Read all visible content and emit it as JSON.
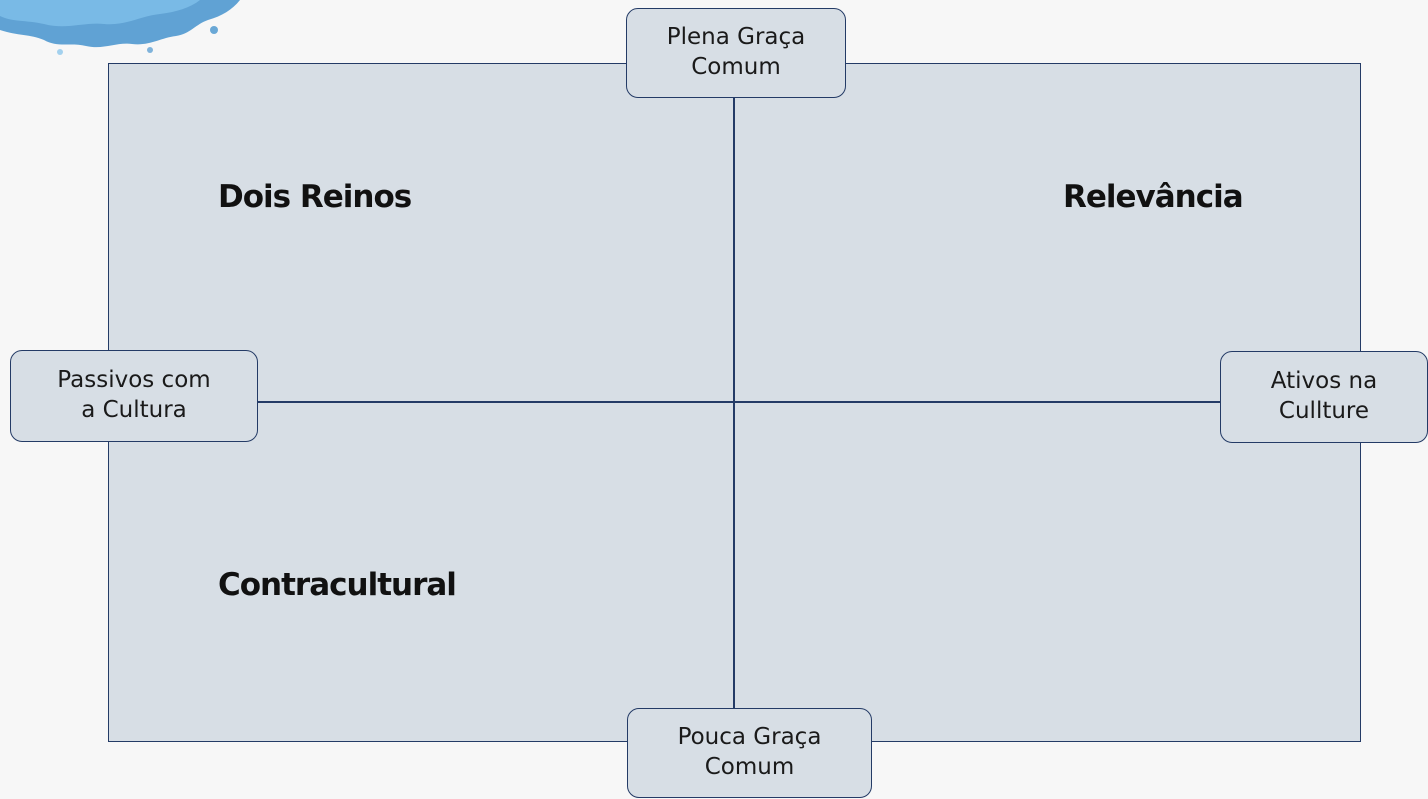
{
  "diagram": {
    "quadrants": {
      "top_left": "Dois Reinos",
      "top_right": "Relevância",
      "bottom_left": "Contracultural"
    },
    "axes": {
      "top": {
        "line1": "Plena Graça",
        "line2": "Comum"
      },
      "bottom": {
        "line1": "Pouca Graça",
        "line2": "Comum"
      },
      "left": {
        "line1": "Passivos com",
        "line2": "a Cultura"
      },
      "right": {
        "line1": "Ativos na",
        "line2": "Cullture"
      }
    },
    "colors": {
      "background": "#f7f7f7",
      "quadrant_fill": "#d7dee5",
      "line": "#243b66",
      "splash_accent": "#2e86c8"
    },
    "decoration": {
      "splash": "blue-paint-splash-graphic"
    }
  }
}
